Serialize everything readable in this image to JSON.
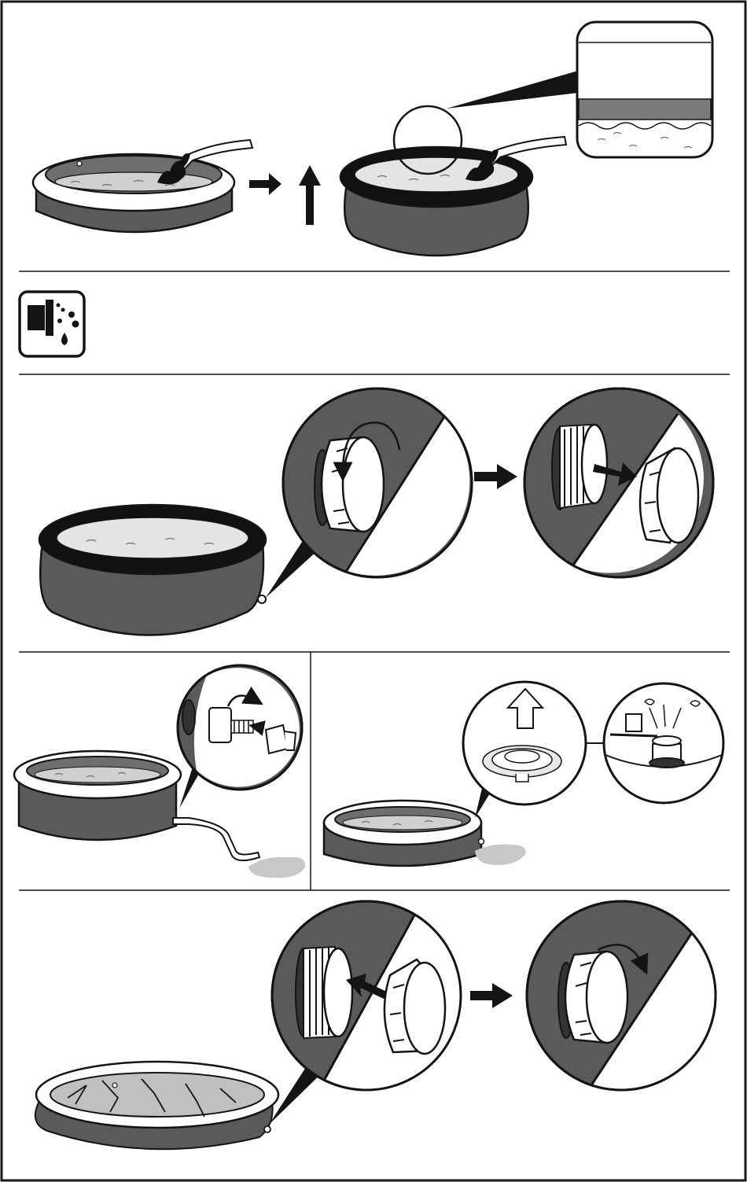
{
  "page": {
    "background": "#ffffff",
    "border_color": "#1a1a1a"
  },
  "colors": {
    "pool_wall": "#5a5a5a",
    "pool_ring_light": "#ffffff",
    "pool_ring_dark": "#111111",
    "water": "#d0d0d0",
    "water_dark": "#a0a0a0",
    "outline": "#141414",
    "spill": "#c8c8c8"
  },
  "steps": [
    {
      "id": "fill-pool",
      "icons": [
        "pool-icon",
        "garden-hose-icon",
        "right-arrow-icon",
        "up-arrow-icon",
        "zoom-water-level-icon"
      ]
    },
    {
      "id": "protection-symbol",
      "icons": [
        "drain-water-symbol-icon"
      ]
    },
    {
      "id": "remove-drain-cap",
      "icons": [
        "drain-plug-cap-icon",
        "rotate-arrow-icon",
        "right-arrow-icon",
        "pull-arrow-icon"
      ]
    },
    {
      "id": "attach-adapter",
      "icons": [
        "hose-adapter-icon",
        "rotate-arrow-icon",
        "drain-hose-icon"
      ]
    },
    {
      "id": "release-air-valve",
      "icons": [
        "air-valve-icon",
        "up-arrow-icon",
        "air-escape-icon"
      ]
    },
    {
      "id": "replace-drain-cap",
      "icons": [
        "drain-plug-cap-icon",
        "push-arrow-icon",
        "right-arrow-icon",
        "rotate-arrow-icon"
      ]
    }
  ]
}
